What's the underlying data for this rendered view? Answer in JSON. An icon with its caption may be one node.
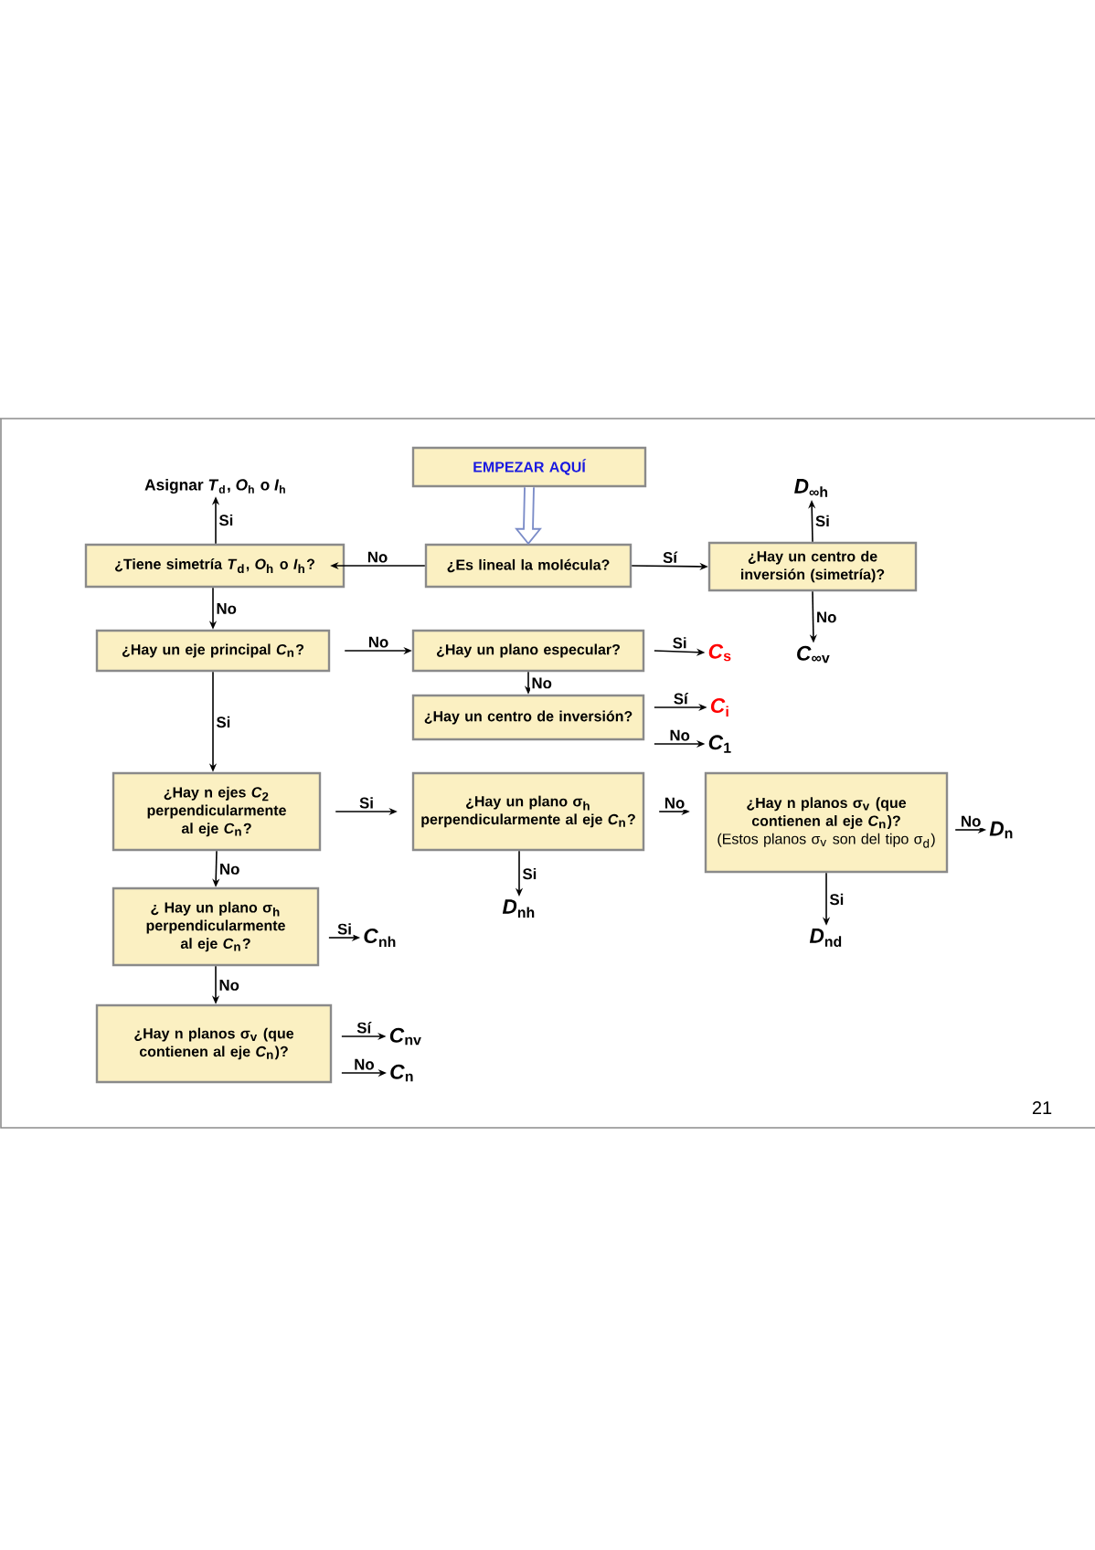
{
  "diagram": {
    "nodes": [
      {
        "text": [
          "EMPEZAR AQUÍ"
        ]
      },
      {
        "text": [
          "¿Es lineal la molécula?"
        ]
      },
      {
        "text": [
          "¿Tiene simetría *T*$_{d}$, *O*$_{h}$ o *I*$_{h}$?"
        ]
      },
      {
        "text": [
          "¿Hay un centro de inversión (simetría)?"
        ]
      },
      {
        "text": [
          "Asignar *T*$_{d}$, *O*$_{h}$ o *I*$_{h}$"
        ]
      },
      {
        "text": [
          "*D*$_{∞h}$"
        ]
      },
      {
        "text": [
          "*C*$_{∞v}$"
        ]
      },
      {
        "text": [
          "¿Hay un eje principal *C*$_{n}$?"
        ]
      },
      {
        "text": [
          "¿Hay un plano especular?"
        ]
      },
      {
        "text": [
          "*C*$_{s}$"
        ]
      },
      {
        "text": [
          "¿Hay un centro de inversión?"
        ]
      },
      {
        "text": [
          "*C*$_{i}$"
        ]
      },
      {
        "text": [
          "*C*$_{1}$"
        ]
      },
      {
        "text": [
          "¿Hay n ejes *C*$_{2}$ perpendicularmente al eje *C*$_{n}$?"
        ]
      },
      {
        "text": [
          "¿Hay un plano σ$_{h}$ perpendicularmente al eje *C*$_{n}$?"
        ]
      },
      {
        "text": [
          "¿Hay n planos σ$_{v}$ (que contienen al eje *C*$_{n}$)?",
          "(Estos planos σ$_{v}$ son del tipo σ$_{d}$)"
        ]
      },
      {
        "text": [
          "*D*$_{n}$"
        ]
      },
      {
        "text": [
          "*D*$_{nh}$"
        ]
      },
      {
        "text": [
          "*D*$_{nd}$"
        ]
      },
      {
        "text": [
          "¿ Hay un plano σ$_{h}$ perpendicularmente al eje *C*$_{n}$?"
        ]
      },
      {
        "text": [
          "*C*$_{nh}$"
        ]
      },
      {
        "text": [
          "¿Hay n planos σ$_{v}$ (que contienen al eje *C*$_{n}$)?"
        ]
      },
      {
        "text": [
          "*C*$_{nv}$"
        ]
      },
      {
        "text": [
          "*C*$_{n}$"
        ]
      }
    ],
    "edges": [
      {
        "from": 0,
        "to": 1,
        "arrow": "to",
        "style": "thick",
        "color": "#7b8cc8"
      },
      {
        "from": 1,
        "to": 2,
        "arrow": "to",
        "label": "No"
      },
      {
        "from": 1,
        "to": 3,
        "arrow": "to",
        "label": "Sí"
      },
      {
        "from": 2,
        "to": 4,
        "arrow": "to",
        "label": "Si"
      },
      {
        "from": 2,
        "to": 7,
        "arrow": "to",
        "label": "No"
      },
      {
        "from": 3,
        "to": 5,
        "arrow": "to",
        "label": "Si"
      },
      {
        "from": 3,
        "to": 6,
        "arrow": "to",
        "label": "No"
      },
      {
        "from": 7,
        "to": 8,
        "arrow": "to",
        "label": "No"
      },
      {
        "from": 7,
        "to": 13,
        "arrow": "to",
        "label": "Si"
      },
      {
        "from": 8,
        "to": 9,
        "arrow": "to",
        "label": "Si"
      },
      {
        "from": 8,
        "to": 10,
        "arrow": "to",
        "label": "No"
      },
      {
        "from": 10,
        "to": 11,
        "arrow": "to",
        "label": "Sí"
      },
      {
        "from": 10,
        "to": 12,
        "arrow": "to",
        "label": "No"
      },
      {
        "from": 13,
        "to": 14,
        "arrow": "to",
        "label": "Si"
      },
      {
        "from": 14,
        "to": 15,
        "arrow": "to",
        "label": "No"
      },
      {
        "from": 15,
        "to": 16,
        "arrow": "to",
        "label": "No"
      },
      {
        "from": 14,
        "to": 17,
        "arrow": "to",
        "label": "Si"
      },
      {
        "from": 15,
        "to": 18,
        "arrow": "to",
        "label": "Si"
      },
      {
        "from": 13,
        "to": 19,
        "arrow": "to",
        "label": "No"
      },
      {
        "from": 19,
        "to": 20,
        "arrow": "to",
        "label": "Si"
      },
      {
        "from": 19,
        "to": 21,
        "arrow": "to",
        "label": "No"
      },
      {
        "from": 21,
        "to": 22,
        "arrow": "to",
        "label": "Sí"
      },
      {
        "from": 21,
        "to": 23,
        "arrow": "to",
        "label": "No"
      }
    ],
    "labels": [
      "21"
    ]
  }
}
